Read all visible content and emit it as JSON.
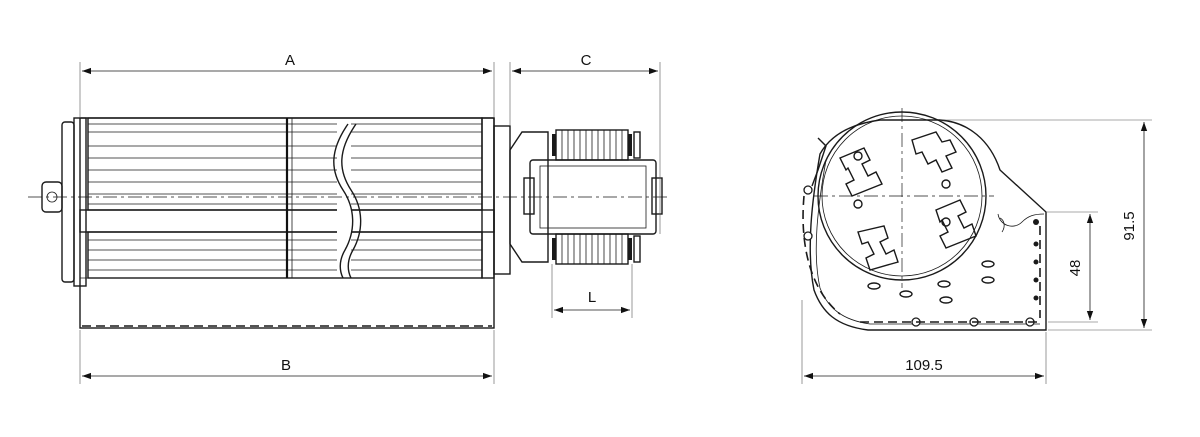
{
  "dimensions": {
    "A": "A",
    "B": "B",
    "C": "C",
    "L": "L",
    "width": "109.5",
    "height": "91.5",
    "outlet": "48"
  }
}
